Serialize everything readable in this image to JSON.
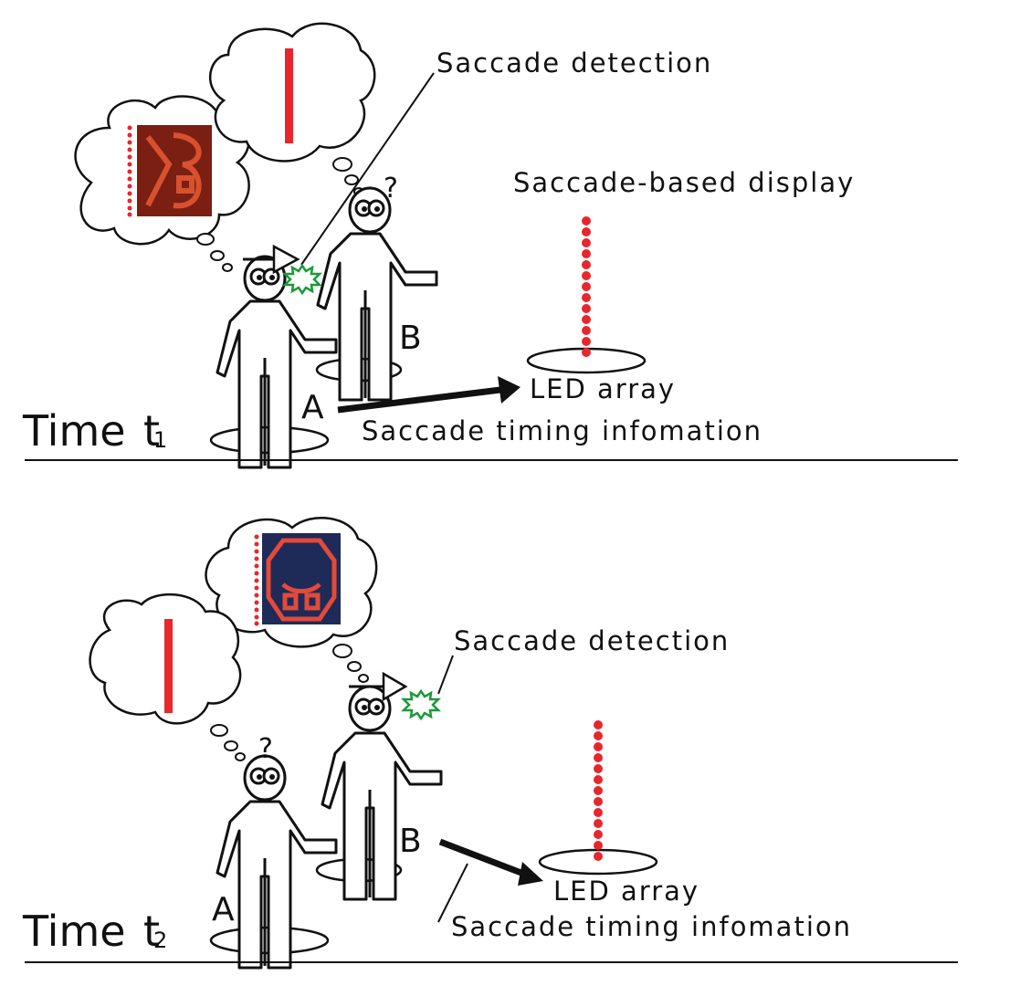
{
  "panels": [
    {
      "id": "t1",
      "time_label": "Time",
      "time_sub": "1",
      "saccade_detection": "Saccade detection",
      "display_title": "Saccade-based display",
      "led_label": "LED array",
      "timing_label": "Saccade timing infomation",
      "person_a": "A",
      "person_b": "B",
      "question_mark": "?"
    },
    {
      "id": "t2",
      "time_label": "Time",
      "time_sub": "2",
      "saccade_detection": "Saccade detection",
      "led_label": "LED array",
      "timing_label": "Saccade timing infomation",
      "person_a": "A",
      "person_b": "B",
      "question_mark": "?"
    }
  ],
  "colors": {
    "led": "#e8262b",
    "bar": "#e8262b",
    "burst": "#1a9a3a",
    "text": "#111111",
    "image_bg_1": "#7a1f12",
    "image_bg_2": "#1e2a57"
  }
}
